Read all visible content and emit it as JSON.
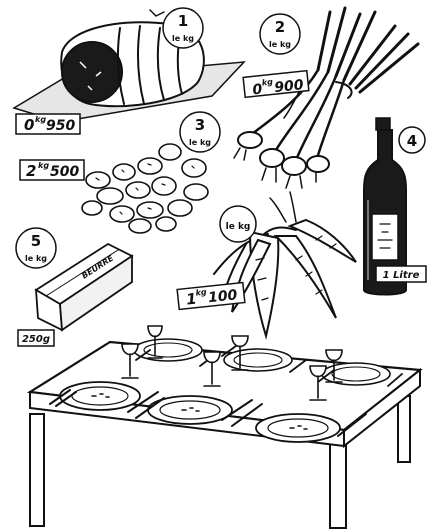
{
  "items": [
    {
      "number": "1",
      "unit_note": "le kg",
      "price_kg": "0",
      "price_sup": "kg",
      "price_g": "950"
    },
    {
      "number": "2",
      "unit_note": "le kg",
      "price_kg": "0",
      "price_sup": "kg",
      "price_g": "900"
    },
    {
      "number": "3",
      "unit_note": "le kg",
      "price_kg": "2",
      "price_sup": "kg",
      "price_g": "500"
    },
    {
      "number": "4",
      "volume": "1 Litre"
    },
    {
      "number": "5",
      "unit_note": "le kg",
      "package_text": "BEURRE",
      "weight": "250g"
    },
    {
      "unit_note": "le kg",
      "price_kg": "1",
      "price_sup": "kg",
      "price_g": "100"
    }
  ],
  "colors": {
    "ink": "#111111",
    "paper": "#ffffff",
    "shade": "#444444"
  },
  "icons": [
    "roast-meat-icon",
    "leeks-icon",
    "potatoes-icon",
    "wine-bottle-icon",
    "butter-icon",
    "carrots-icon",
    "set-table-icon"
  ]
}
